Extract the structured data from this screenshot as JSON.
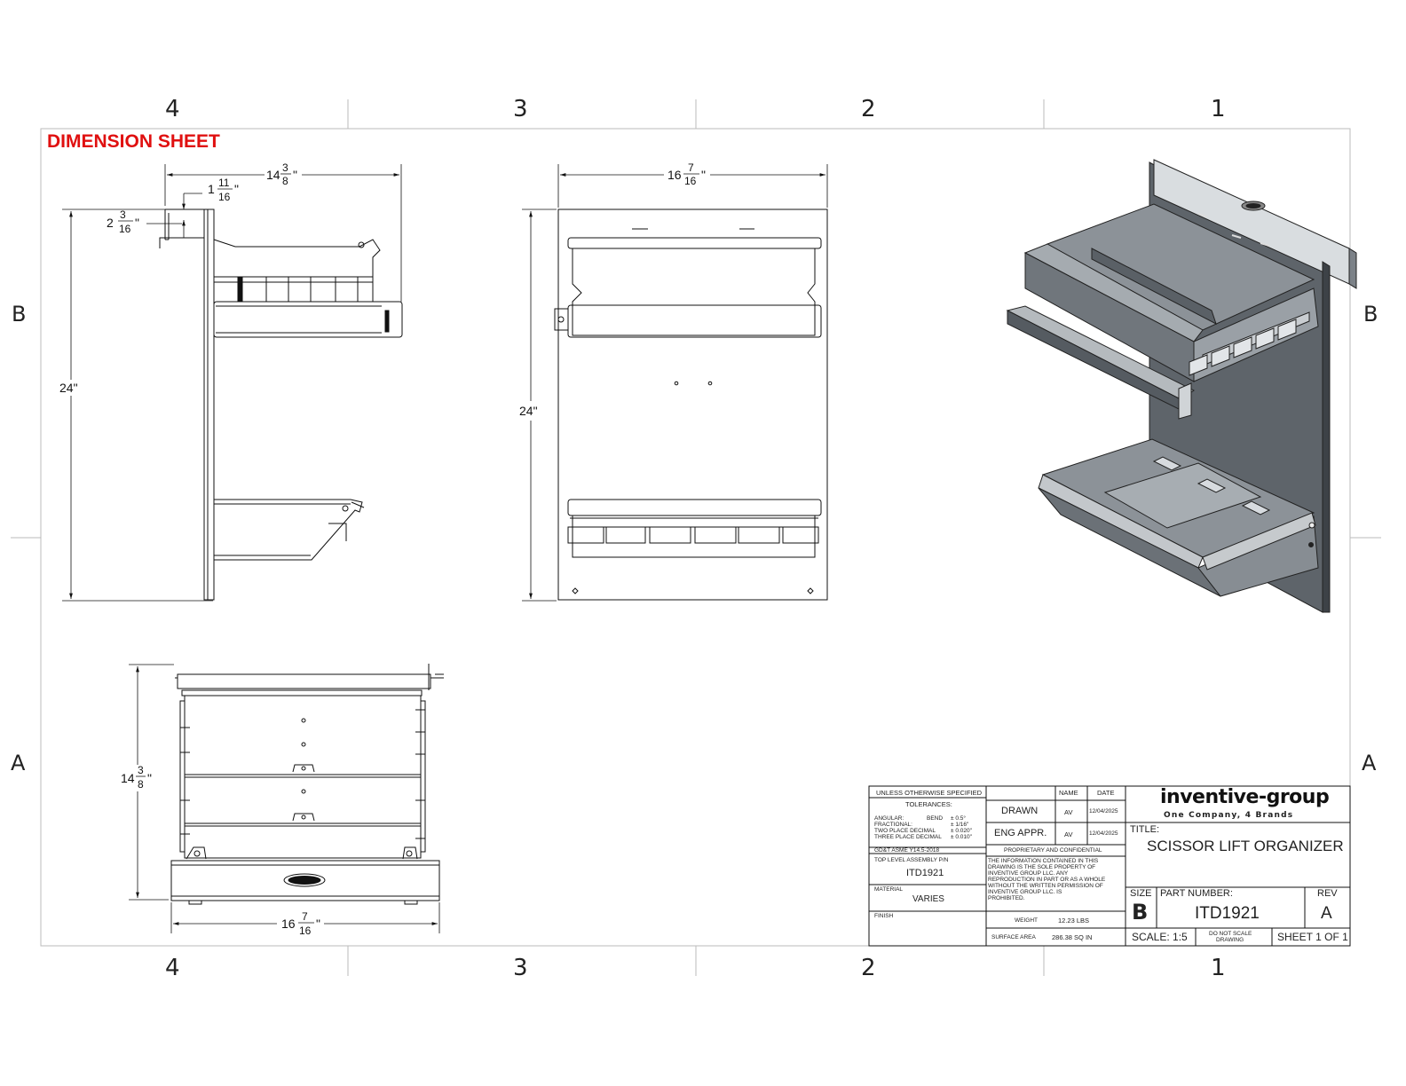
{
  "sheet_title": "DIMENSION SHEET",
  "zones": {
    "columns": [
      "4",
      "3",
      "2",
      "1"
    ],
    "rows": [
      "B",
      "A"
    ]
  },
  "dimensions": {
    "side_view": {
      "overall_depth": "14",
      "overall_depth_frac_num": "3",
      "overall_depth_frac_den": "8",
      "lip_height": "1",
      "lip_height_frac_num": "11",
      "lip_height_frac_den": "16",
      "top_flange": "2",
      "top_flange_frac_num": "3",
      "top_flange_frac_den": "16",
      "height": "24\""
    },
    "front_view": {
      "width": "16",
      "width_frac_num": "7",
      "width_frac_den": "16",
      "height": "24\""
    },
    "top_view": {
      "depth": "14",
      "depth_frac_num": "3",
      "depth_frac_den": "8",
      "width": "16",
      "width_frac_num": "7",
      "width_frac_den": "16"
    },
    "inch_mark": "\""
  },
  "title_block": {
    "unless_otherwise": "UNLESS OTHERWISE SPECIFIED",
    "tolerances": "TOLERANCES:",
    "tol_lines": [
      {
        "label": "ANGULAR:",
        "sub": "BEND",
        "value": "± 0.5°"
      },
      {
        "label": "FRACTIONAL:",
        "sub": "",
        "value": "± 1/16\""
      },
      {
        "label": "TWO PLACE DECIMAL",
        "sub": "",
        "value": "± 0.020\""
      },
      {
        "label": "THREE PLACE DECIMAL",
        "sub": "",
        "value": "± 0.010\""
      }
    ],
    "standard": "GD&T ASME Y14.5-2018",
    "top_level_label": "TOP LEVEL ASSEMBLY P/N",
    "top_level_value": "ITD1921",
    "material_label": "MATERIAL",
    "material_value": "VARIES",
    "finish_label": "FINISH",
    "name_header": "NAME",
    "date_header": "DATE",
    "drawn_label": "DRAWN",
    "drawn_name": "AV",
    "drawn_date": "12/04/2025",
    "eng_label": "ENG APPR.",
    "eng_name": "AV",
    "eng_date": "12/04/2025",
    "proprietary_header": "PROPRIETARY AND CONFIDENTIAL",
    "proprietary_lines": [
      "THE INFORMATION CONTAINED IN THIS",
      "DRAWING IS THE SOLE PROPERTY OF",
      "INVENTIVE GROUP LLC. ANY",
      "REPRODUCTION IN PART OR AS A WHOLE",
      "WITHOUT THE WRITTEN PERMISSION OF",
      "INVENTIVE GROUP LLC. IS",
      "PROHIBITED."
    ],
    "weight_label": "WEIGHT",
    "weight_value": "12.23   LBS",
    "surface_label": "SURFACE AREA",
    "surface_value": "286.38   SQ IN",
    "logo_main": "inventive-group",
    "logo_sub": "One Company, 4 Brands",
    "title_label": "TITLE:",
    "title_value": "SCISSOR LIFT ORGANIZER",
    "size_label": "SIZE",
    "size_value": "B",
    "part_label": "PART NUMBER:",
    "part_value": "ITD1921",
    "rev_label": "REV",
    "rev_value": "A",
    "scale_label": "SCALE: 1:5",
    "do_not_scale_1": "DO NOT SCALE",
    "do_not_scale_2": "DRAWING",
    "sheet_label": "SHEET 1 OF 1"
  },
  "colors": {
    "title_red": "#e01010",
    "line": "#111111",
    "iso_light": "#9aa0a6",
    "iso_mid": "#6d737a",
    "iso_dark": "#4d5258",
    "iso_top": "#d7dbdf"
  }
}
